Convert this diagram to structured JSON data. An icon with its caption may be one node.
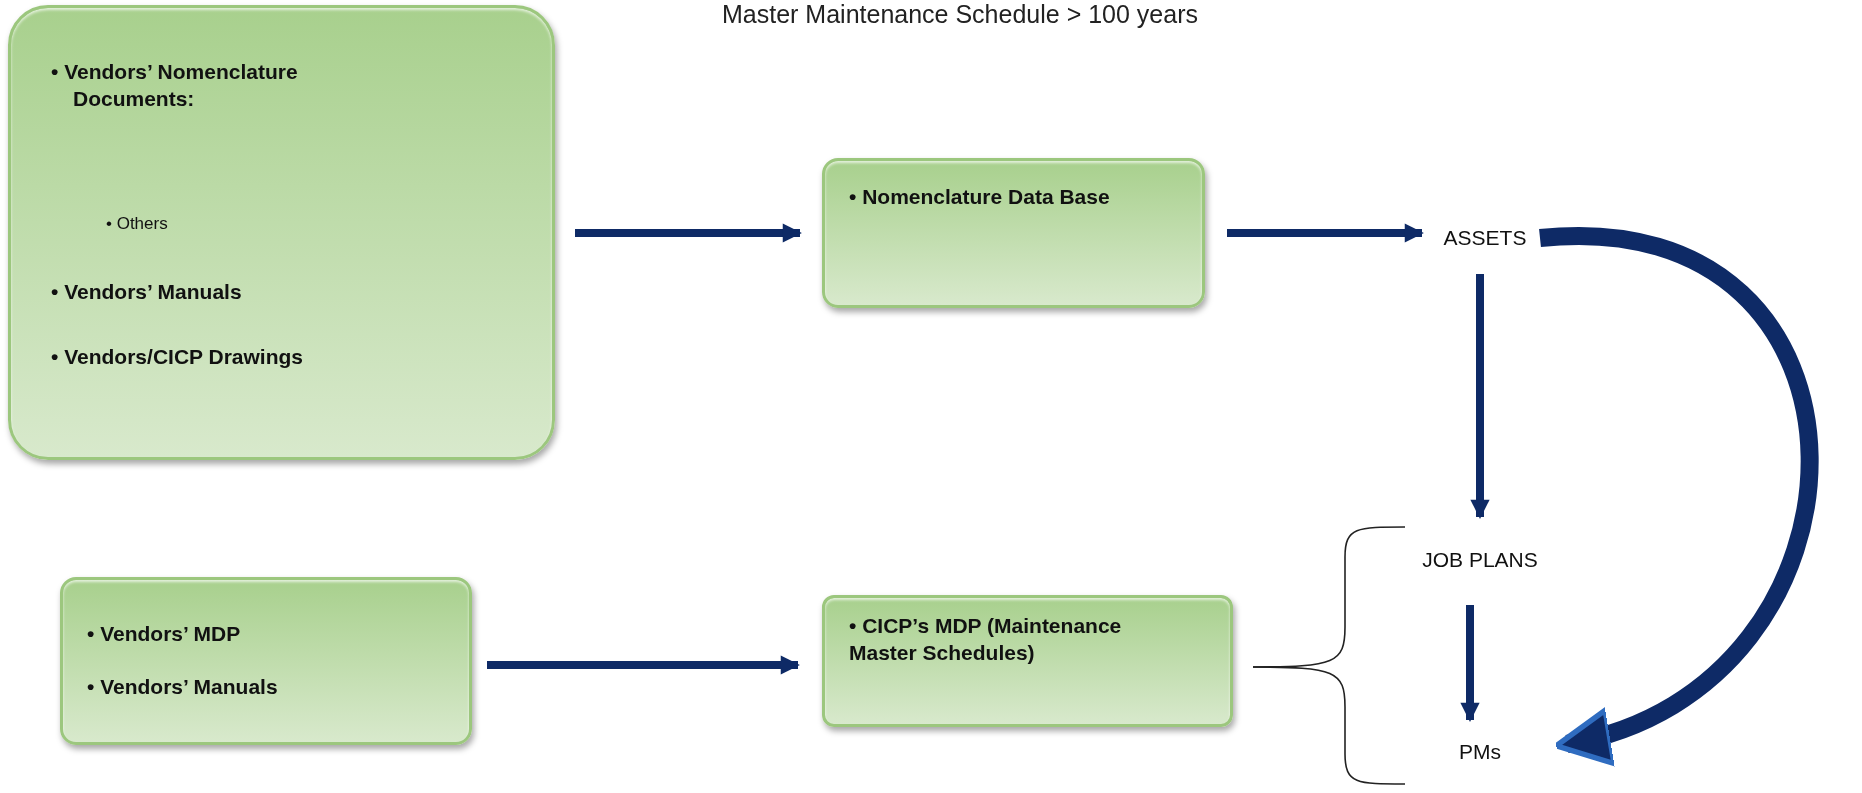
{
  "diagram": {
    "title": "Master Maintenance Schedule > 100 years",
    "nodes": [
      {
        "text": [
          "• Vendors’ Nomenclature Documents:",
          "• Others",
          "• Vendors’ Manuals",
          "• Vendors/CICP Drawings"
        ]
      },
      {
        "text": [
          "• Nomenclature Data Base"
        ]
      },
      {
        "text": [
          "ASSETS"
        ]
      },
      {
        "text": [
          "• Vendors’ MDP",
          "• Vendors’ Manuals"
        ]
      },
      {
        "text": [
          "• CICP’s MDP (Maintenance Master Schedules)"
        ]
      },
      {
        "text": [
          "JOB PLANS"
        ]
      },
      {
        "text": [
          "PMs"
        ]
      }
    ],
    "edges": [
      {
        "from": 0,
        "to": 1,
        "arrow": "to"
      },
      {
        "from": 1,
        "to": 2,
        "arrow": "to"
      },
      {
        "from": 2,
        "to": 5,
        "arrow": "to"
      },
      {
        "from": 5,
        "to": 6,
        "arrow": "to"
      },
      {
        "from": 3,
        "to": 4,
        "arrow": "to"
      },
      {
        "from": 2,
        "to": 6,
        "arrow": "to",
        "style": "thick"
      },
      {
        "from": 4,
        "to": 5,
        "arrow": "none"
      },
      {
        "from": 4,
        "to": 6,
        "arrow": "none"
      }
    ]
  }
}
